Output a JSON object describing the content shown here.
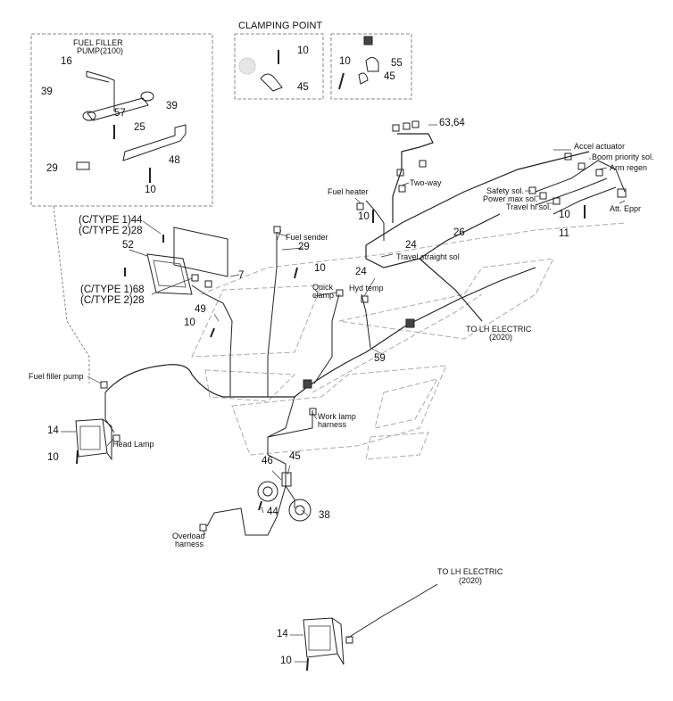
{
  "inset_main": {
    "title_line1": "FUEL FILLER",
    "title_line2": "PUMP(2100)",
    "parts": [
      "16",
      "39",
      "39",
      "57",
      "25",
      "29",
      "48",
      "10"
    ]
  },
  "inset_clamp": {
    "title": "CLAMPING POINT",
    "parts": [
      "10",
      "45"
    ]
  },
  "inset_clamp2": {
    "parts": [
      "10",
      "55",
      "45"
    ]
  },
  "callouts": {
    "c_63_64": "63,64",
    "accel": "Accel actuator",
    "boom_priority": "Boom priority sol.",
    "arm_regen": "Arm regen",
    "safety": "Safety sol.",
    "power_max": "Power max sol.",
    "travel_hi": "Travel hi sol.",
    "att_eppr": "Att. Eppr",
    "two_way": "Two-way",
    "fuel_heater": "Fuel heater",
    "fuel_sender": "Fuel sender",
    "travel_straight": "Travel straight sol",
    "quick_clamp_1": "Quick",
    "quick_clamp_2": "clamp",
    "hyd_temp": "Hyd temp",
    "to_lh_1a": "TO LH ELECTRIC",
    "to_lh_1b": "(2020)",
    "to_lh_2a": "TO LH ELECTRIC",
    "to_lh_2b": "(2020)",
    "fuel_filler_pump": "Fuel filler pump",
    "head_lamp": "Head Lamp",
    "work_lamp_1": "Work lamp",
    "work_lamp_2": "harness",
    "overload_1": "Overload",
    "overload_2": "harness",
    "ctype1_44": "(C/TYPE 1)44",
    "ctype2_28a": "(C/TYPE 2)28",
    "ctype1_68": "(C/TYPE 1)68",
    "ctype2_28b": "(C/TYPE 2)28"
  },
  "part_numbers": {
    "p10_right": "10",
    "p11": "11",
    "p24a": "24",
    "p26": "26",
    "p24b": "24",
    "p10_heater": "10",
    "p29": "29",
    "p10_sender": "10",
    "p52": "52",
    "p7": "7",
    "p49": "49",
    "p10_ecm": "10",
    "p59": "59",
    "p14a": "14",
    "p10_lamp": "10",
    "p46": "46",
    "p45": "45",
    "p44": "44",
    "p38": "38",
    "p14b": "14",
    "p10_lamp2": "10"
  }
}
